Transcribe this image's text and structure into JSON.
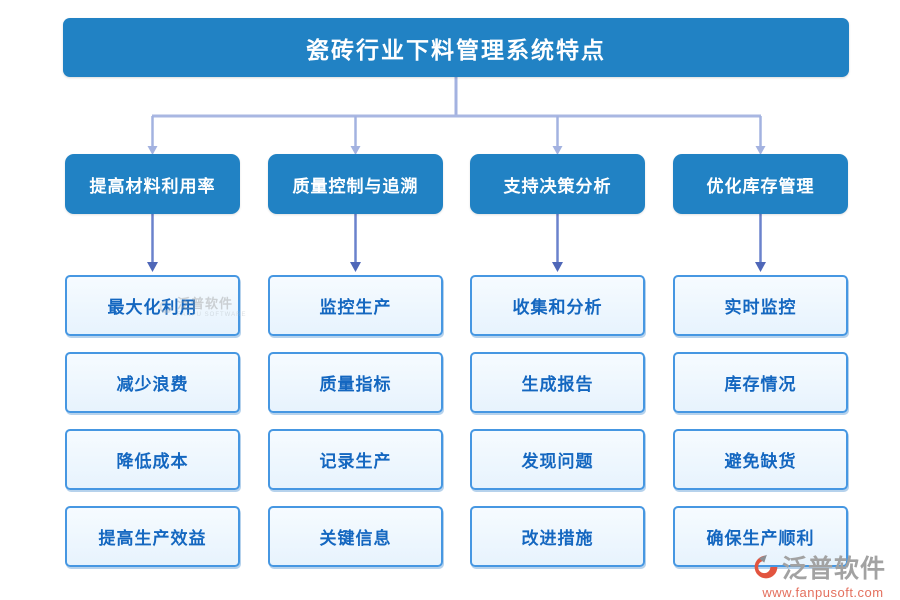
{
  "title": "瓷砖行业下料管理系统特点",
  "columns": [
    {
      "header": "提高材料利用率",
      "items": [
        "最大化利用",
        "减少浪费",
        "降低成本",
        "提高生产效益"
      ]
    },
    {
      "header": "质量控制与追溯",
      "items": [
        "监控生产",
        "质量指标",
        "记录生产",
        "关键信息"
      ]
    },
    {
      "header": "支持决策分析",
      "items": [
        "收集和分析",
        "生成报告",
        "发现问题",
        "改进措施"
      ]
    },
    {
      "header": "优化库存管理",
      "items": [
        "实时监控",
        "库存情况",
        "避免缺货",
        "确保生产顺利"
      ]
    }
  ],
  "watermark": {
    "text": "泛普软件",
    "subtext": "FANPU SOFTWARE"
  },
  "brand": {
    "name": "泛普软件",
    "url": "www.fanpusoft.com"
  },
  "colors": {
    "primary_blue": "#2182c4",
    "box_border": "#4697e2",
    "box_fill": "#eaf4fd",
    "box_text": "#1467c0",
    "tree_connector": "#a3b2e0",
    "arrow_connector": "#6b82cc",
    "arrow_head": "#4f67b8",
    "brand_red": "#e2543f",
    "brand_gray": "#a2a2a2"
  }
}
